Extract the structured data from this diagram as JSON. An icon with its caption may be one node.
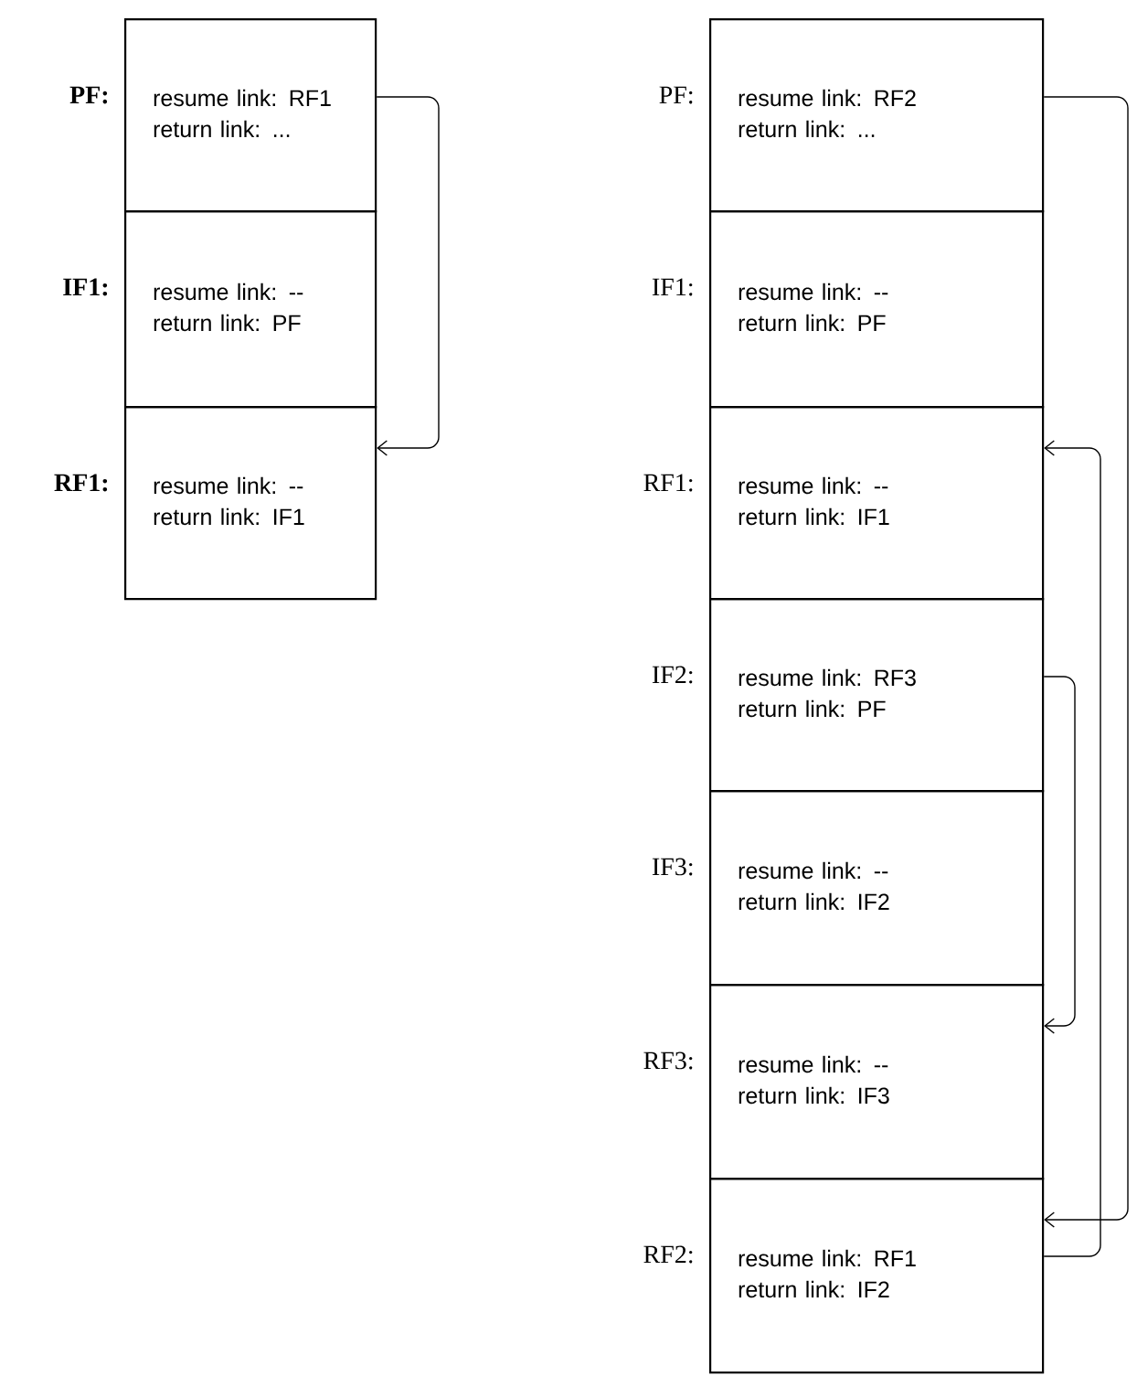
{
  "diagram": {
    "nodes": [
      {
        "text": [
          "resume link: RF1",
          "return link: ..."
        ],
        "beside": [
          "PF:"
        ]
      },
      {
        "text": [
          "resume link: --",
          "return link: PF"
        ],
        "beside": [
          "IF1:"
        ]
      },
      {
        "text": [
          "resume link: --",
          "return link: IF1"
        ],
        "beside": [
          "RF1:"
        ]
      },
      {
        "text": [
          "resume link: RF2",
          "return link: ..."
        ],
        "beside": [
          "PF:"
        ]
      },
      {
        "text": [
          "resume link: --",
          "return link: PF"
        ],
        "beside": [
          "IF1:"
        ]
      },
      {
        "text": [
          "resume link: --",
          "return link: IF1"
        ],
        "beside": [
          "RF1:"
        ]
      },
      {
        "text": [
          "resume link: RF3",
          "return link: PF"
        ],
        "beside": [
          "IF2:"
        ]
      },
      {
        "text": [
          "resume link: --",
          "return link: IF2"
        ],
        "beside": [
          "IF3:"
        ]
      },
      {
        "text": [
          "resume link: --",
          "return link: IF3"
        ],
        "beside": [
          "RF3:"
        ]
      },
      {
        "text": [
          "resume link: RF1",
          "return link: IF2"
        ],
        "beside": [
          "RF2:"
        ]
      }
    ],
    "edges": [
      {
        "from": 0,
        "to": 2,
        "arrow": "to"
      },
      {
        "from": 3,
        "to": 9,
        "arrow": "to"
      },
      {
        "from": 6,
        "to": 8,
        "arrow": "to"
      },
      {
        "from": 9,
        "to": 5,
        "arrow": "to"
      }
    ]
  }
}
